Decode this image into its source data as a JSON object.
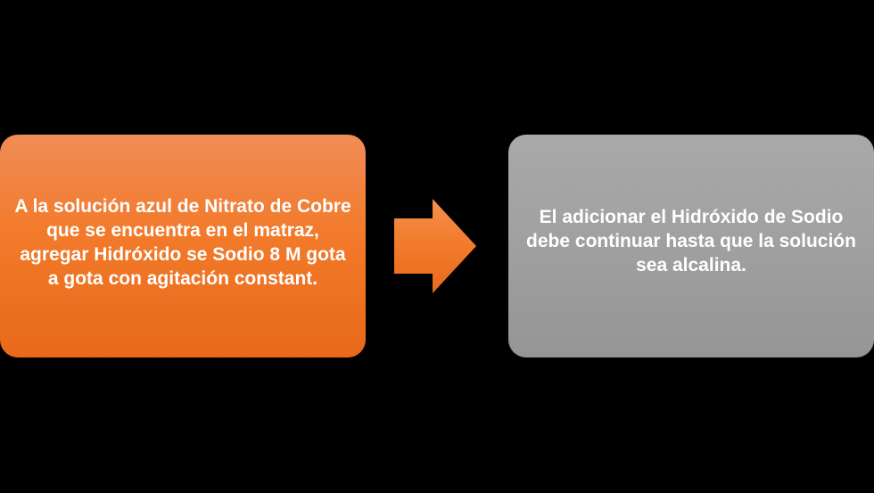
{
  "diagram": {
    "type": "process-flow",
    "steps": [
      {
        "text": "A la solución azul de Nitrato de Cobre que se encuentra en el matraz, agregar Hidróxido se Sodio 8 M gota a gota con agitación constant.",
        "color": "#f27a2a"
      },
      {
        "text": "El adicionar el Hidróxido de Sodio debe continuar hasta que la solución sea alcalina.",
        "color": "#a0a0a0"
      }
    ],
    "connector": {
      "icon": "arrow-right-icon",
      "color": "#f27a2a"
    },
    "background": "#000000"
  }
}
